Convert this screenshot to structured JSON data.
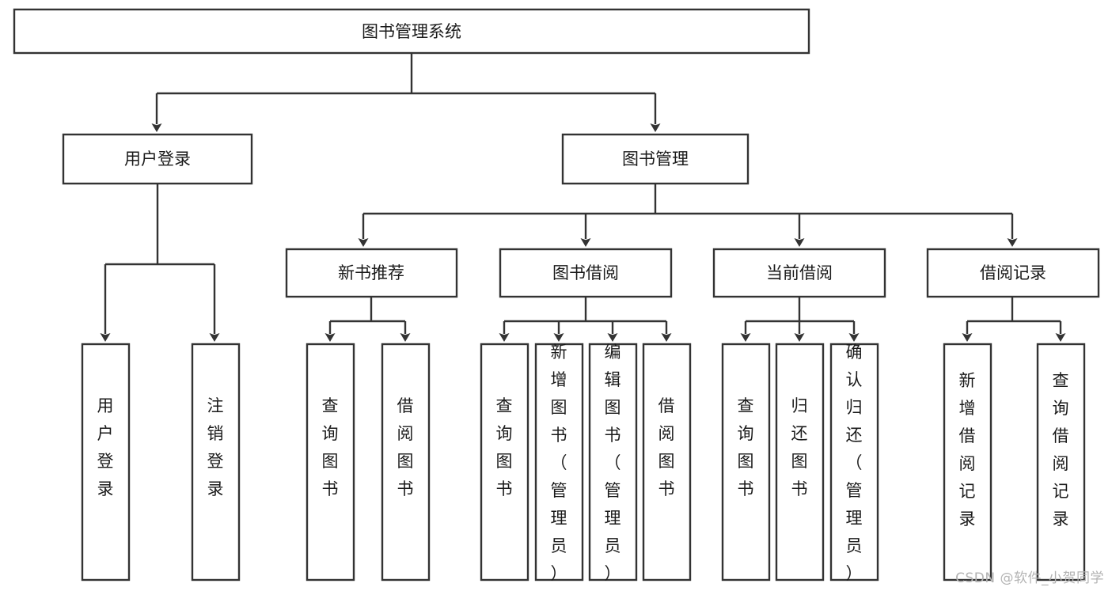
{
  "diagram": {
    "title": "图书管理系统",
    "type": "tree-hierarchy-chart",
    "watermark": "CSDN @软件_小贺同学",
    "colors": {
      "stroke": "#333333",
      "fill": "#ffffff",
      "text": "#1a1a1a",
      "watermark": "#b3b3b3"
    },
    "levels": {
      "root": {
        "label": "图书管理系统"
      },
      "level2": [
        {
          "label": "用户登录"
        },
        {
          "label": "图书管理"
        }
      ],
      "level3": [
        {
          "label": "新书推荐"
        },
        {
          "label": "图书借阅"
        },
        {
          "label": "当前借阅"
        },
        {
          "label": "借阅记录"
        }
      ],
      "leaves": [
        {
          "label": "用户登录",
          "parent": "用户登录"
        },
        {
          "label": "注销登录",
          "parent": "用户登录"
        },
        {
          "label": "查询图书",
          "parent": "新书推荐"
        },
        {
          "label": "借阅图书",
          "parent": "新书推荐"
        },
        {
          "label": "查询图书",
          "parent": "图书借阅"
        },
        {
          "label": "新增图书（管理员）",
          "parent": "图书借阅"
        },
        {
          "label": "编辑图书（管理员）",
          "parent": "图书借阅"
        },
        {
          "label": "借阅图书",
          "parent": "图书借阅"
        },
        {
          "label": "查询图书",
          "parent": "当前借阅"
        },
        {
          "label": "归还图书",
          "parent": "当前借阅"
        },
        {
          "label": "确认归还（管理员）",
          "parent": "当前借阅"
        },
        {
          "label": "新增借阅记录",
          "parent": "借阅记录"
        },
        {
          "label": "查询借阅记录",
          "parent": "借阅记录"
        }
      ]
    }
  }
}
